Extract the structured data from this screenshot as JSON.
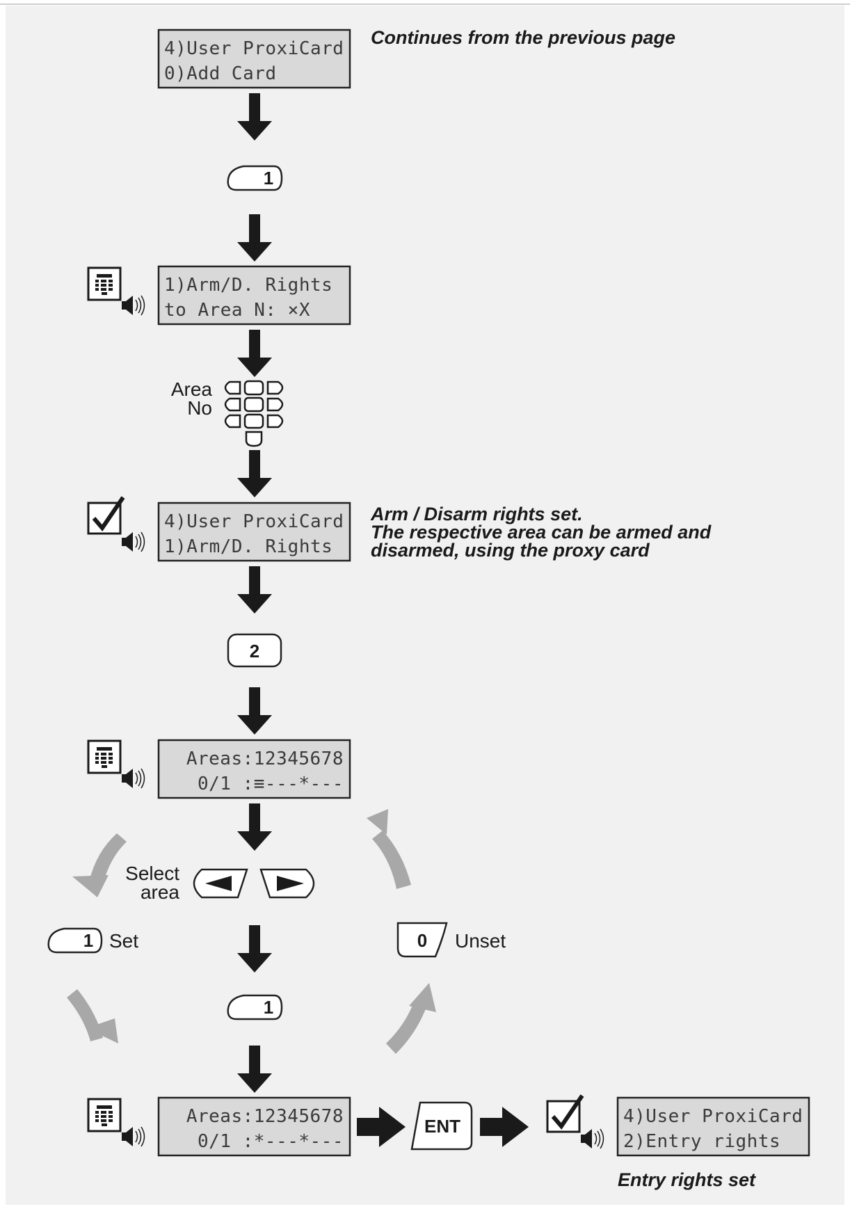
{
  "notes": {
    "top": "Continues from the previous page",
    "arm_line1": "Arm / Disarm rights set.",
    "arm_line2": "The respective area can be armed and",
    "arm_line3": "disarmed, using the proxy card",
    "entry": "Entry rights set"
  },
  "displays": {
    "d1": {
      "line1": "4)User ProxiCard",
      "line2": "0)Add Card"
    },
    "d2": {
      "line1": "1)Arm/D. Rights",
      "line2": " to Area N: ×X"
    },
    "d3": {
      "line1": "4)User ProxiCard",
      "line2": "1)Arm/D. Rights"
    },
    "d4": {
      "line1": "Areas:12345678",
      "line2": "0/1 :≡---*---"
    },
    "d5": {
      "line1": "Areas:12345678",
      "line2": "0/1 :*---*---"
    },
    "d6": {
      "line1": "4)User ProxiCard",
      "line2": "2)Entry rights"
    }
  },
  "keys": {
    "one_a": "1",
    "two": "2",
    "set_key": "1",
    "unset_key": "0",
    "one_b": "1",
    "ent": "ENT"
  },
  "labels": {
    "area": "Area",
    "no": "No",
    "select": "Select",
    "area2": "area",
    "set": "Set",
    "unset": "Unset"
  },
  "icons": {
    "keypad": "keypad-icon",
    "check": "check-icon",
    "speaker": "speaker-icon"
  },
  "colors": {
    "lcd_bg": "#d9d9d9",
    "gray_arrow": "#a8a8a8"
  }
}
